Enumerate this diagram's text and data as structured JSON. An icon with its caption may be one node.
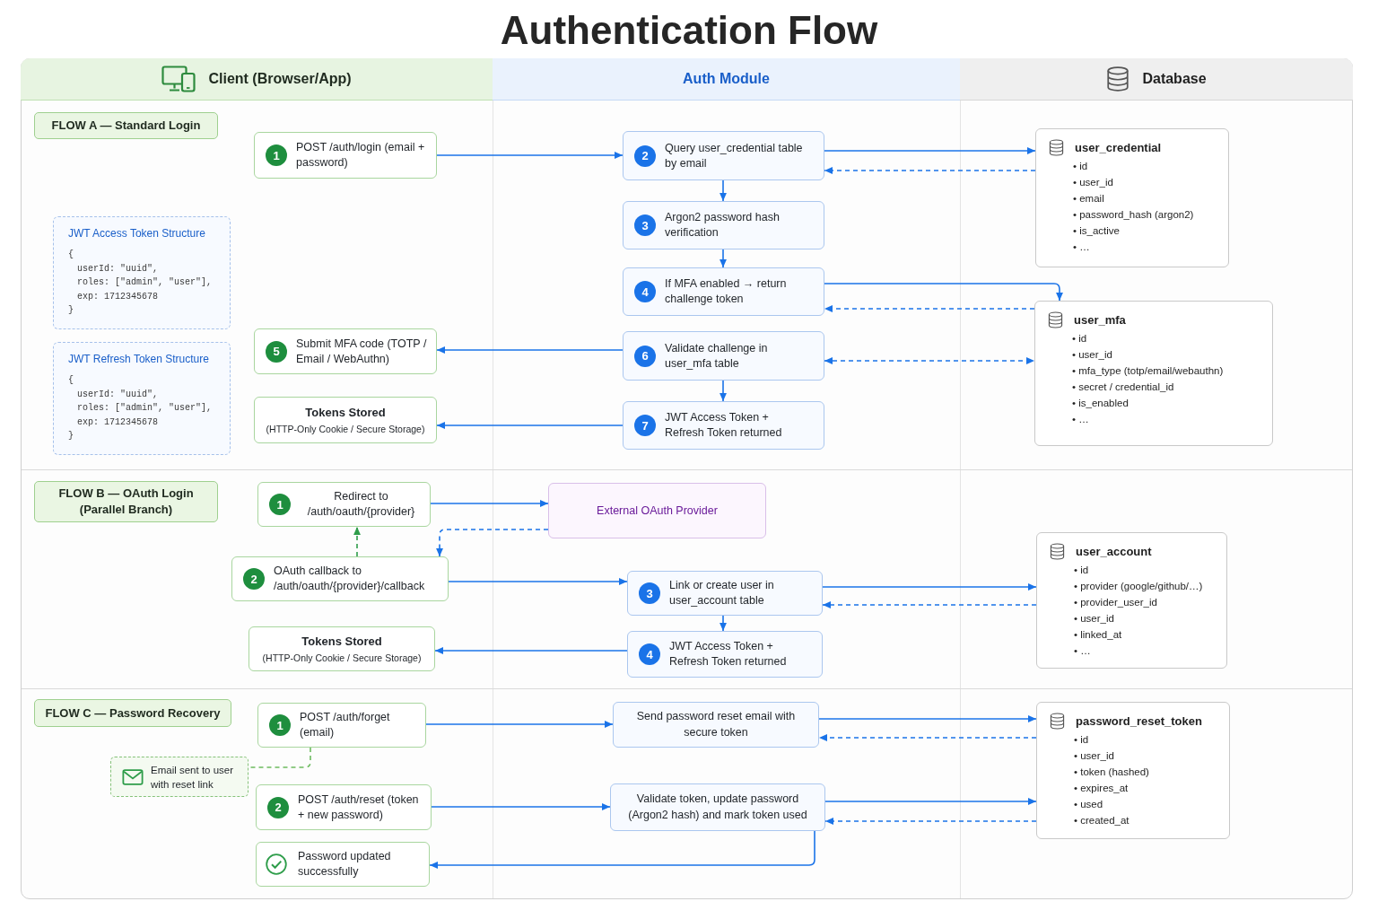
{
  "diagram": {
    "title": "Authentication Flow",
    "nodes": [
      {
        "text": [
          "Client (Browser/App)"
        ]
      },
      {
        "text": [
          "Auth Module"
        ]
      },
      {
        "text": [
          "Database"
        ]
      },
      {
        "text": [
          "FLOW A — Standard Login"
        ]
      },
      {
        "text": [
          "1",
          "POST /auth/login (email + password)"
        ]
      },
      {
        "text": [
          "2",
          "Query user_credential table by email"
        ]
      },
      {
        "text": [
          "user_credential",
          "• id",
          "• user_id",
          "• email",
          "• password_hash (argon2)",
          "• is_active",
          "• …"
        ]
      },
      {
        "text": [
          "JWT Access Token Structure",
          "{",
          "userId: \"uuid\",",
          "roles: [\"admin\", \"user\"],",
          "exp: 1712345678",
          "}"
        ]
      },
      {
        "text": [
          "3",
          "Argon2 password hash verification"
        ]
      },
      {
        "text": [
          "4",
          "If MFA enabled → return challenge token"
        ]
      },
      {
        "text": [
          "user_mfa",
          "• id",
          "• user_id",
          "• mfa_type (totp/email/webauthn)",
          "• secret / credential_id",
          "• is_enabled",
          "• …"
        ]
      },
      {
        "text": [
          "5",
          "Submit MFA code (TOTP / Email / WebAuthn)"
        ]
      },
      {
        "text": [
          "6",
          "Validate challenge in user_mfa table"
        ]
      },
      {
        "text": [
          "JWT Refresh Token Structure",
          "{",
          "userId: \"uuid\",",
          "roles: [\"admin\", \"user\"],",
          "exp: 1712345678",
          "}"
        ]
      },
      {
        "text": [
          "Tokens Stored",
          "(HTTP-Only Cookie / Secure Storage)"
        ]
      },
      {
        "text": [
          "7",
          "JWT Access Token + Refresh Token returned"
        ]
      },
      {
        "text": [
          "FLOW B — OAuth Login (Parallel Branch)"
        ]
      },
      {
        "text": [
          "1",
          "Redirect to /auth/oauth/{provider}"
        ]
      },
      {
        "text": [
          "External OAuth Provider"
        ]
      },
      {
        "text": [
          "2",
          "OAuth callback to /auth/oauth/{provider}/callback"
        ]
      },
      {
        "text": [
          "user_account",
          "• id",
          "• provider (google/github/…)",
          "• provider_user_id",
          "• user_id",
          "• linked_at",
          "• …"
        ]
      },
      {
        "text": [
          "3",
          "Link or create user in user_account table"
        ]
      },
      {
        "text": [
          "Tokens Stored",
          "(HTTP-Only Cookie / Secure Storage)"
        ]
      },
      {
        "text": [
          "4",
          "JWT Access Token + Refresh Token returned"
        ]
      },
      {
        "text": [
          "FLOW C — Password Recovery"
        ]
      },
      {
        "text": [
          "1",
          "POST /auth/forget (email)"
        ]
      },
      {
        "text": [
          "Send password reset email with secure token"
        ]
      },
      {
        "text": [
          "password_reset_token",
          "• id",
          "• user_id",
          "• token (hashed)",
          "• expires_at",
          "• used",
          "• created_at"
        ]
      },
      {
        "text": [
          "Email sent to user with reset link"
        ]
      },
      {
        "text": [
          "2",
          "POST /auth/reset (token + new password)"
        ]
      },
      {
        "text": [
          "Validate token, update password (Argon2 hash) and mark token used"
        ]
      },
      {
        "text": [
          "Password updated successfully"
        ]
      }
    ],
    "edges": [
      {
        "from": 4,
        "to": 5,
        "arrow": "to"
      },
      {
        "from": 5,
        "to": 6,
        "arrow": "to"
      },
      {
        "from": 6,
        "to": 5,
        "arrow": "to",
        "style": "dashed"
      },
      {
        "from": 5,
        "to": 8,
        "arrow": "to"
      },
      {
        "from": 8,
        "to": 9,
        "arrow": "to"
      },
      {
        "from": 9,
        "to": 10,
        "arrow": "to"
      },
      {
        "from": 10,
        "to": 9,
        "arrow": "to",
        "style": "dashed"
      },
      {
        "from": 12,
        "to": 11,
        "arrow": "to"
      },
      {
        "from": 12,
        "to": 10,
        "arrow": "both",
        "style": "dashed"
      },
      {
        "from": 12,
        "to": 15,
        "arrow": "to"
      },
      {
        "from": 15,
        "to": 14,
        "arrow": "to"
      },
      {
        "from": 17,
        "to": 18,
        "arrow": "to"
      },
      {
        "from": 18,
        "to": 19,
        "arrow": "to",
        "style": "dashed"
      },
      {
        "from": 19,
        "to": 17,
        "arrow": "to",
        "style": "dashed",
        "color": "#2e9d4a"
      },
      {
        "from": 19,
        "to": 21,
        "arrow": "to"
      },
      {
        "from": 21,
        "to": 20,
        "arrow": "to"
      },
      {
        "from": 20,
        "to": 21,
        "arrow": "to",
        "style": "dashed"
      },
      {
        "from": 21,
        "to": 23,
        "arrow": "to"
      },
      {
        "from": 23,
        "to": 22,
        "arrow": "to"
      },
      {
        "from": 25,
        "to": 26,
        "arrow": "to"
      },
      {
        "from": 26,
        "to": 27,
        "arrow": "to"
      },
      {
        "from": 27,
        "to": 26,
        "arrow": "to",
        "style": "dashed"
      },
      {
        "from": 25,
        "to": 28,
        "arrow": "none",
        "style": "dashed",
        "color": "#6dbb5f"
      },
      {
        "from": 29,
        "to": 30,
        "arrow": "to"
      },
      {
        "from": 30,
        "to": 27,
        "arrow": "to"
      },
      {
        "from": 27,
        "to": 30,
        "arrow": "to",
        "style": "dashed"
      },
      {
        "from": 30,
        "to": 31,
        "arrow": "to"
      }
    ]
  }
}
